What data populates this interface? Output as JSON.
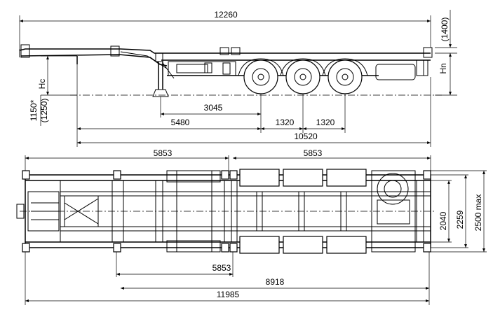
{
  "side_view": {
    "overall_length": "12260",
    "deck_height": "(1400)",
    "hn_label": "Hn",
    "hc_label": "Hc",
    "coupling_height": "1150*",
    "coupling_height_alt": "(1250)",
    "kingpin_to_axle1": "3045",
    "kingpin_to_axle2": "5480",
    "axle_spacing_1": "1320",
    "axle_spacing_2": "1320",
    "support_to_rear": "10520"
  },
  "top_view": {
    "front_section": "5853",
    "rear_section": "5853",
    "bottom_5853": "5853",
    "bottom_8918": "8918",
    "bottom_11985": "11985",
    "width_frame": "2040",
    "width_twistlocks": "2259",
    "width_max": "2500 max"
  }
}
